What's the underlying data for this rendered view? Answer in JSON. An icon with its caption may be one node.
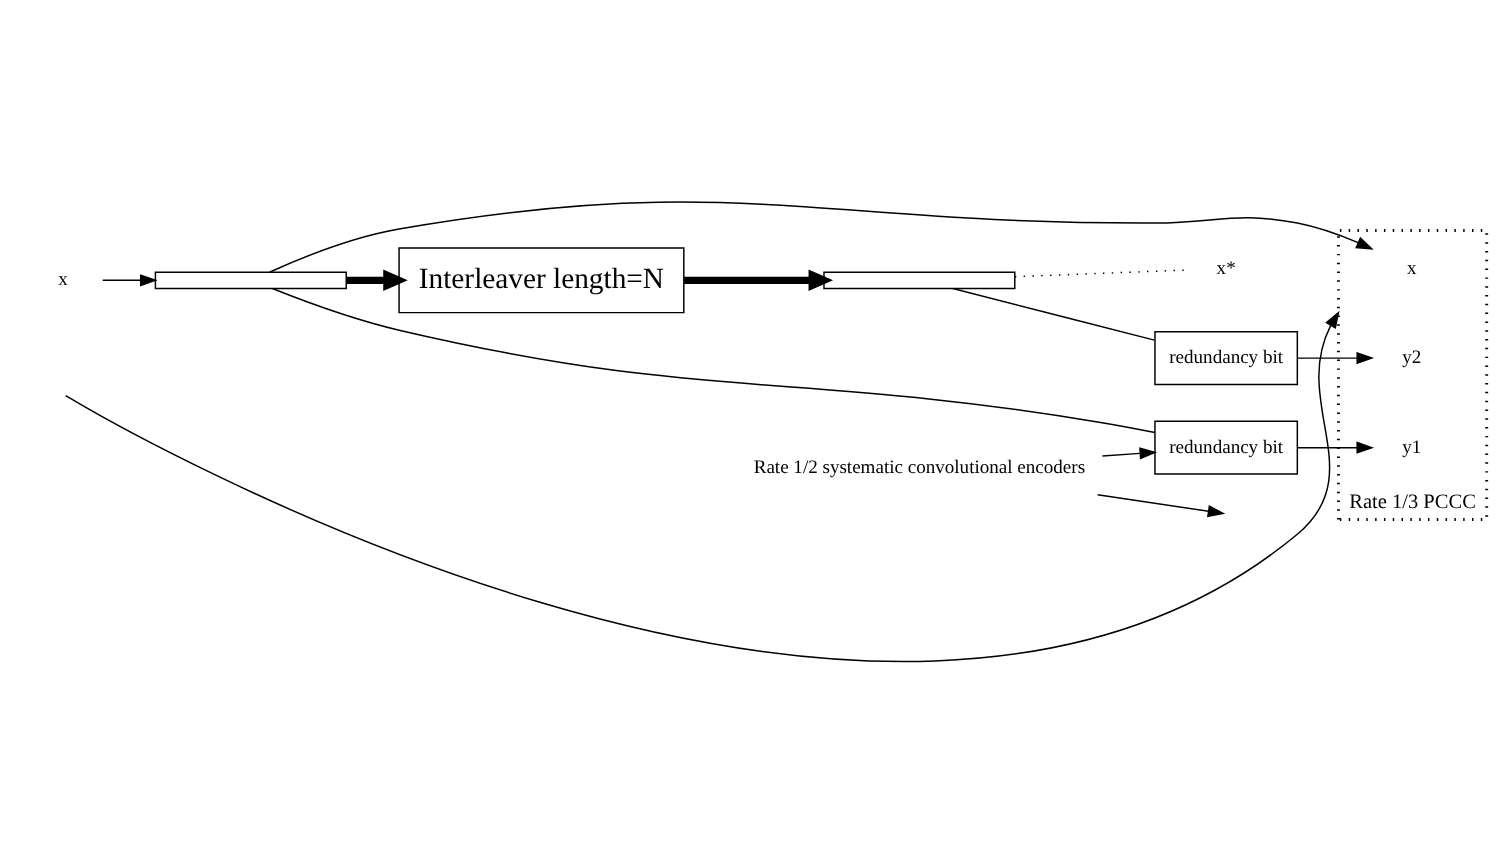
{
  "diagram": {
    "nodes": [
      {
        "text": [
          "x"
        ]
      },
      {
        "text": [],
        "shape": "bar"
      },
      {
        "text": [
          "Interleaver length=N"
        ]
      },
      {
        "text": [],
        "shape": "bar"
      },
      {
        "text": [
          "redundancy bit"
        ]
      },
      {
        "text": [
          "redundancy bit"
        ]
      },
      {
        "text": [
          "Rate 1/2 systematic convolutional encoders"
        ]
      },
      {
        "text": [
          "Rate 1/3 PCCC"
        ]
      },
      {
        "text": [
          "x"
        ],
        "in": 7
      },
      {
        "text": [
          "y1"
        ],
        "in": 7
      },
      {
        "text": [
          "x*"
        ]
      },
      {
        "text": [
          "y2"
        ],
        "in": 7
      }
    ],
    "edges": [
      {
        "from": 0,
        "to": 1,
        "arrow": "to"
      },
      {
        "from": 1,
        "to": 2,
        "arrow": "to",
        "style": "thick"
      },
      {
        "from": 2,
        "to": 3,
        "arrow": "to",
        "style": "thick"
      },
      {
        "from": 1,
        "to": 8,
        "arrow": "to"
      },
      {
        "from": 1,
        "to": 4,
        "arrow": "none"
      },
      {
        "from": 4,
        "to": 9,
        "arrow": "to"
      },
      {
        "from": 6,
        "to": 4,
        "arrow": "to"
      },
      {
        "from": 6,
        "to": null,
        "arrow": "to"
      },
      {
        "from": 3,
        "to": 10,
        "arrow": "none",
        "style": "dashed"
      },
      {
        "from": 3,
        "to": 5,
        "arrow": "none"
      },
      {
        "from": 5,
        "to": 11,
        "arrow": "to"
      },
      {
        "from": null,
        "to": 7,
        "arrow": "to"
      }
    ]
  }
}
